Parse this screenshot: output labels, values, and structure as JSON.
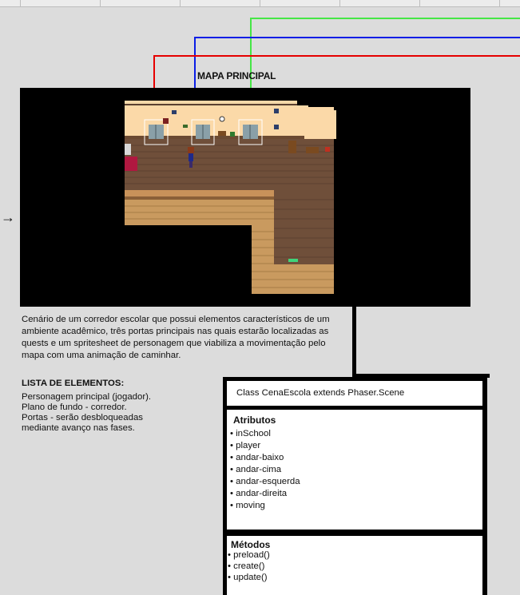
{
  "map": {
    "title": "MAPA PRINCIPAL",
    "arrow": "→",
    "description": "Cenário de um corredor escolar que possui elementos característicos de um ambiente acadêmico, três portas principais nas quais estarão localizadas as quests e um spritesheet de personagem que viabiliza a movimentação pelo mapa com uma animação de caminhar."
  },
  "elements": {
    "title": "LISTA DE ELEMENTOS:",
    "items": [
      "Personagem principal (jogador).",
      "Plano de fundo - corredor.",
      "Portas - serão desbloqueadas",
      "mediante avanço nas fases."
    ]
  },
  "class_diagram": {
    "class_name": "Class CenaEscola extends Phaser.Scene",
    "attributes_title": "Atributos",
    "attributes": [
      "inSchool",
      "player",
      "andar-baixo",
      "andar-cima",
      "andar-esquerda",
      "andar-direita",
      "moving"
    ],
    "methods_title": "Métodos",
    "methods": [
      "preload()",
      "create()",
      "update()"
    ]
  },
  "colors": {
    "connector_red": "#e60000",
    "connector_blue": "#0a1ee6",
    "connector_green": "#46e646",
    "background": "#dcdcdc"
  }
}
